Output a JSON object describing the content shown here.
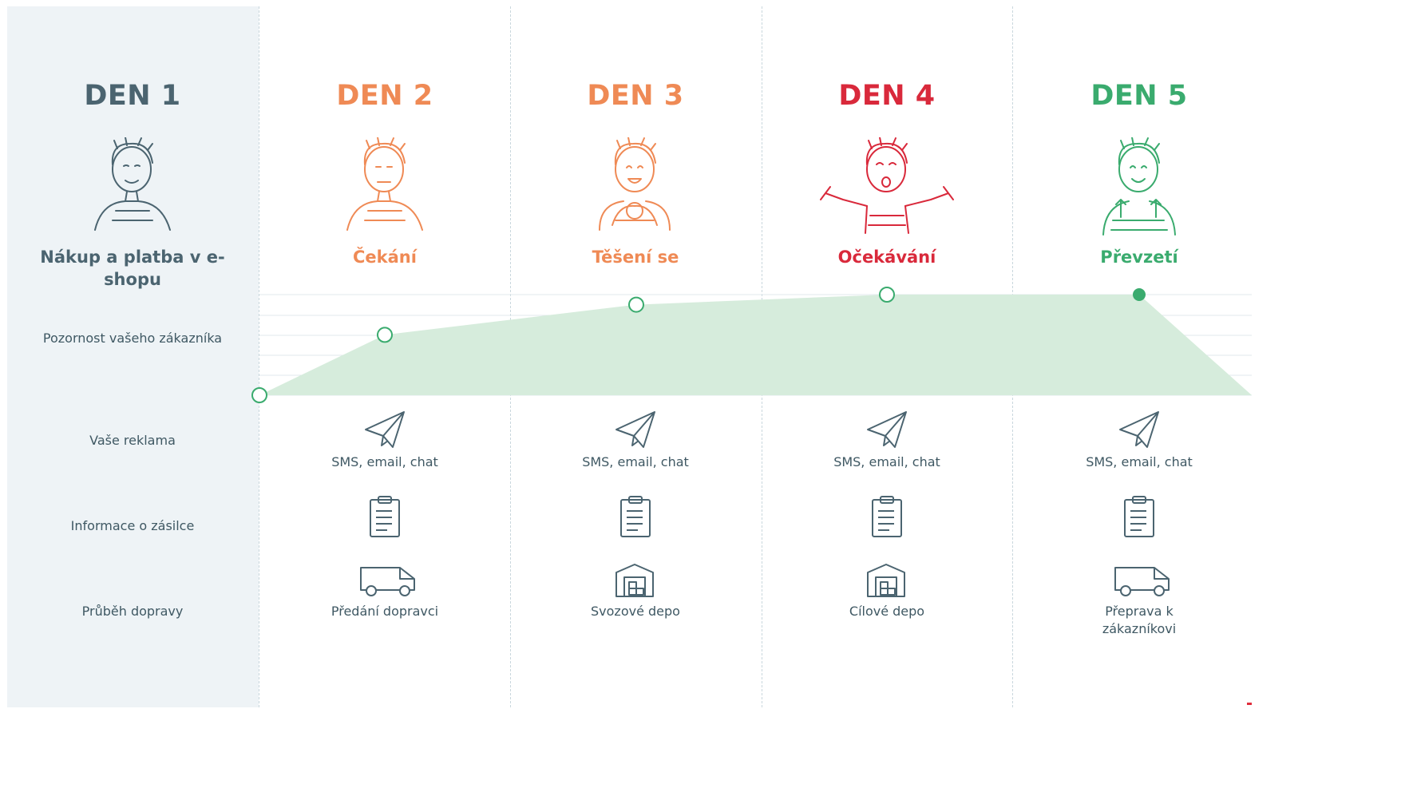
{
  "colors": {
    "day1": "#4b6470",
    "day2": "#ef8a55",
    "day3": "#ef8a55",
    "day4": "#d9293b",
    "day5": "#3aab6e",
    "chart_fill": "#d6ecdc",
    "chart_marker": "#3aab6e",
    "icon": "#4b6470"
  },
  "days": [
    {
      "title": "DEN 1",
      "stage": "Nákup a platba v e-shopu"
    },
    {
      "title": "DEN 2",
      "stage": "Čekání",
      "channel": "SMS, email, chat",
      "transport": "Předání dopravci",
      "transport_icon": "van-icon"
    },
    {
      "title": "DEN 3",
      "stage": "Těšení se",
      "channel": "SMS, email, chat",
      "transport": "Svozové depo",
      "transport_icon": "warehouse-icon"
    },
    {
      "title": "DEN 4",
      "stage": "Očekávání",
      "channel": "SMS, email, chat",
      "transport": "Cílové depo",
      "transport_icon": "warehouse-icon"
    },
    {
      "title": "DEN 5",
      "stage": "Převzetí",
      "channel": "SMS, email, chat",
      "transport": "Přeprava k zákazníkovi",
      "transport_icon": "van-icon"
    }
  ],
  "rows": {
    "attention": "Pozornost vašeho zákazníka",
    "advertising": "Vaše reklama",
    "shipment_info": "Informace o zásilce",
    "transport": "Průběh dopravy"
  },
  "chart_data": {
    "type": "area",
    "x": [
      "DEN 1",
      "DEN 2",
      "DEN 3",
      "DEN 4",
      "DEN 5"
    ],
    "values": [
      0,
      3,
      4.5,
      5,
      5
    ],
    "ylim": [
      0,
      5
    ],
    "marker_filled": [
      false,
      false,
      false,
      false,
      true
    ],
    "grid": true
  }
}
